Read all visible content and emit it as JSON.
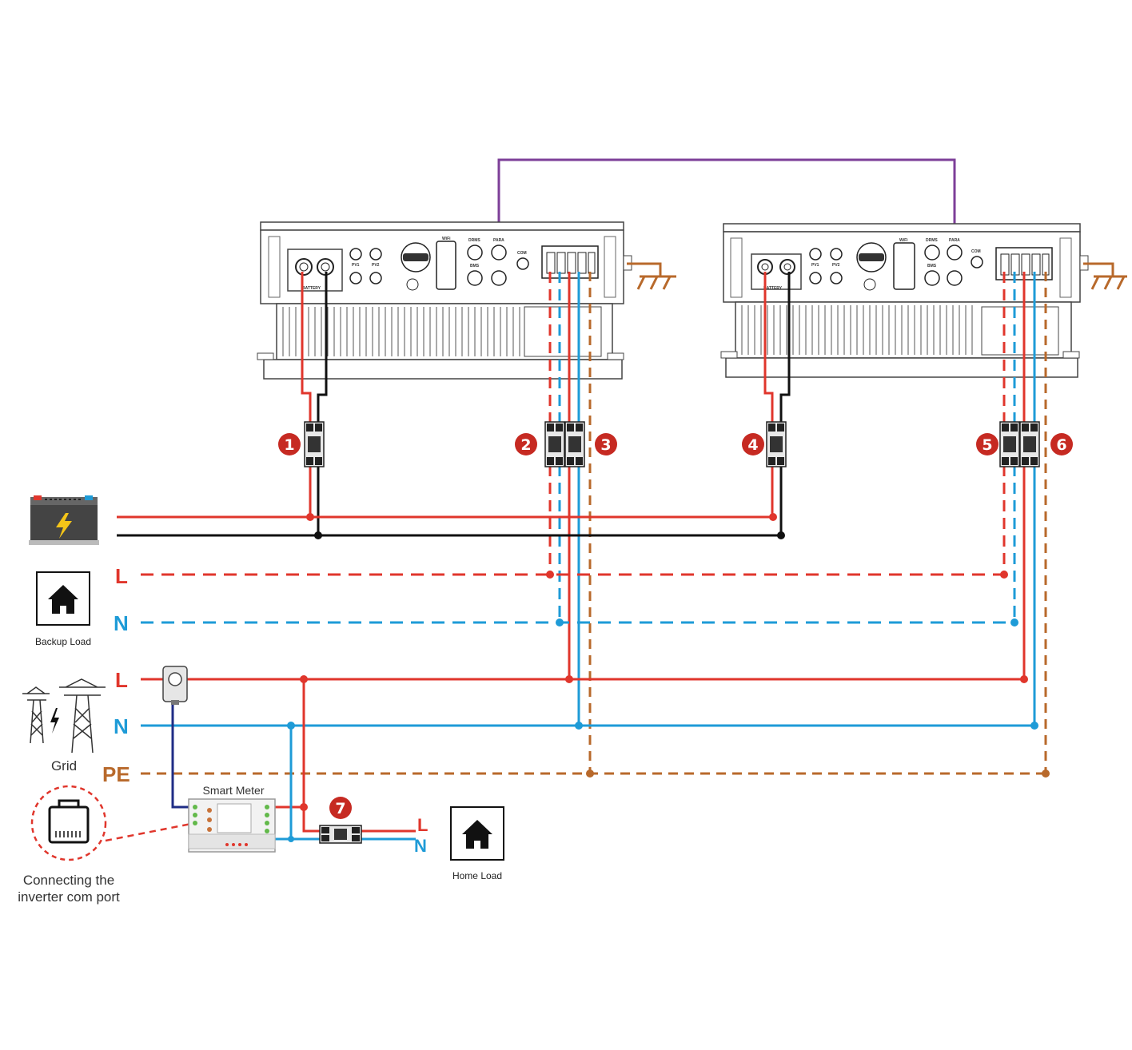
{
  "colors": {
    "line_L": "#e0362c",
    "line_N": "#1e9bd7",
    "line_PE": "#b8692b",
    "battery_neg": "#111111",
    "parallel_link": "#7d3f98",
    "ct_wire": "#1f2d86",
    "earth": "#b8692b",
    "badge": "#c62a22"
  },
  "inverters": [
    {
      "id": "inverter-1",
      "battery_label": "BATTERY",
      "port_labels": [
        "PV1",
        "PV2",
        "WiFi",
        "DRMS",
        "PARA",
        "BMS",
        "COM"
      ]
    },
    {
      "id": "inverter-2",
      "battery_label": "BATTERY",
      "port_labels": [
        "PV1",
        "PV2",
        "WiFi",
        "DRMS",
        "PARA",
        "BMS",
        "COM"
      ]
    }
  ],
  "badges": [
    "1",
    "2",
    "3",
    "4",
    "5",
    "6",
    "7"
  ],
  "bus_labels": {
    "backup_L": "L",
    "backup_N": "N",
    "grid_L": "L",
    "grid_N": "N",
    "pe": "PE",
    "home_L": "L",
    "home_N": "N"
  },
  "icons": {
    "battery": "battery-icon",
    "backup_home": "home-icon",
    "grid": "grid-tower-icon",
    "ct": "ct-clamp-icon",
    "meter": "smart-meter-icon",
    "rj45": "rj45-port-icon",
    "home_load": "home-icon"
  },
  "labels": {
    "backup_load": "Backup Load",
    "grid": "Grid",
    "smart_meter": "Smart Meter",
    "com_port_line1": "Connecting the",
    "com_port_line2": "inverter com port",
    "home_load": "Home Load"
  }
}
